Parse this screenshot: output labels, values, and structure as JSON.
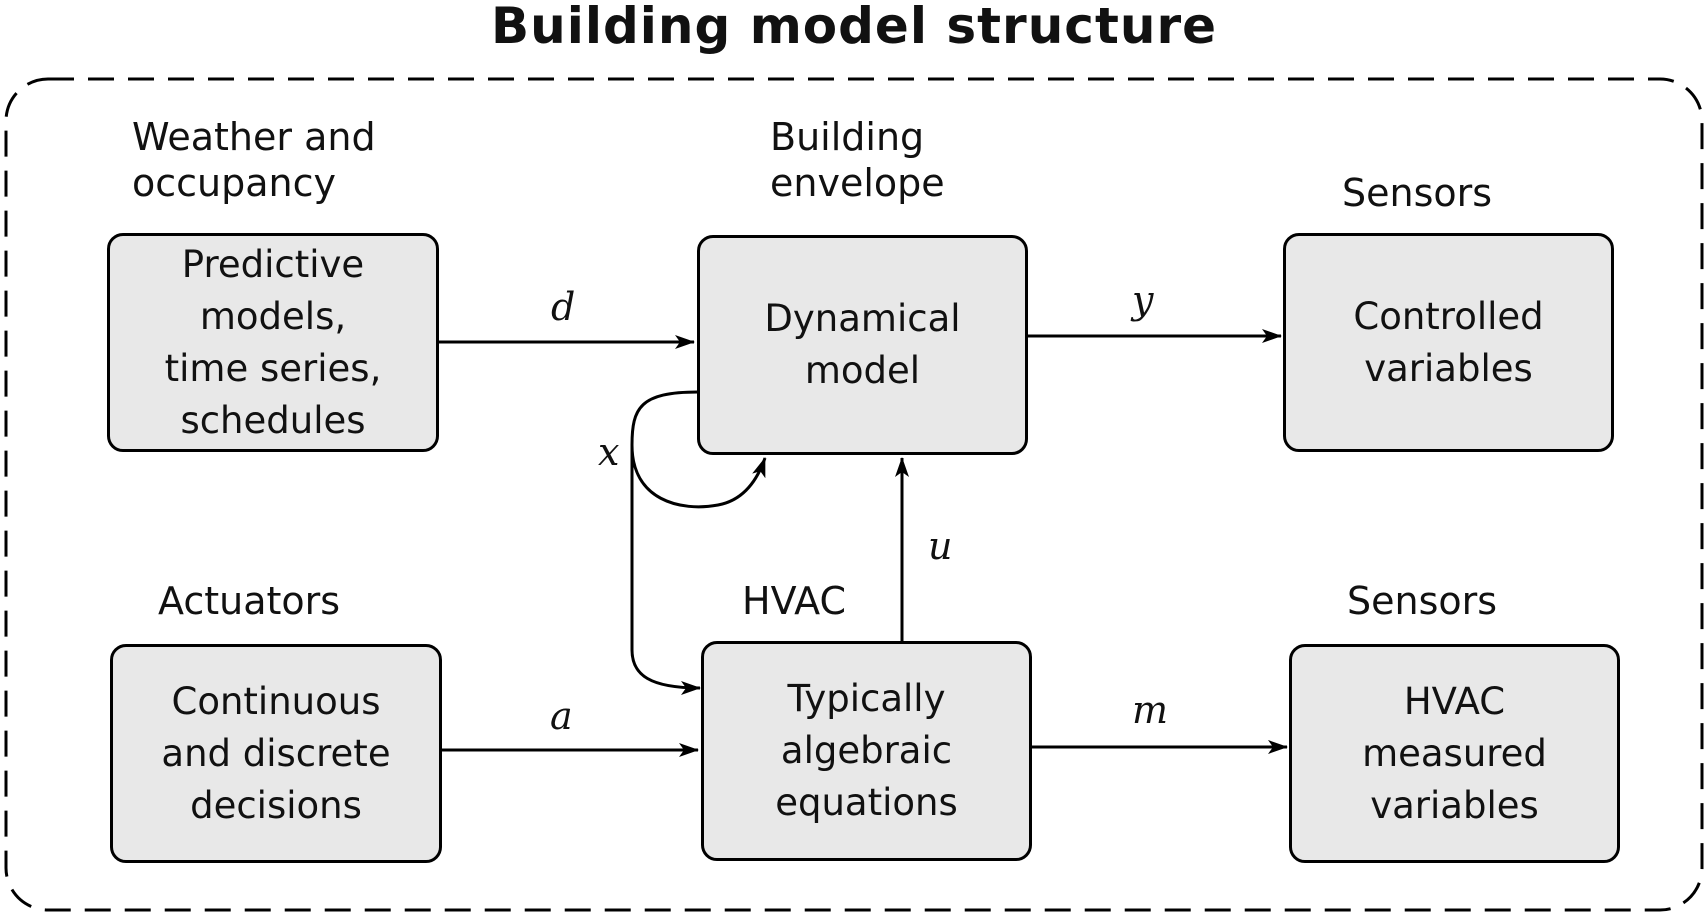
{
  "title": "Building model structure",
  "blocks": {
    "weather": {
      "heading": "Weather and\noccupancy",
      "content": "Predictive\nmodels,\ntime series,\nschedules"
    },
    "envelope": {
      "heading": "Building\nenvelope",
      "content": "Dynamical\nmodel"
    },
    "sensors_top": {
      "heading": "Sensors",
      "content": "Controlled\nvariables"
    },
    "actuators": {
      "heading": "Actuators",
      "content": "Continuous\nand discrete\ndecisions"
    },
    "hvac": {
      "heading": "HVAC",
      "content": "Typically\nalgebraic\nequations"
    },
    "sensors_bottom": {
      "heading": "Sensors",
      "content": "HVAC\nmeasured\nvariables"
    }
  },
  "signals": {
    "d": "d",
    "y": "y",
    "x": "x",
    "u": "u",
    "a": "a",
    "m": "m"
  }
}
